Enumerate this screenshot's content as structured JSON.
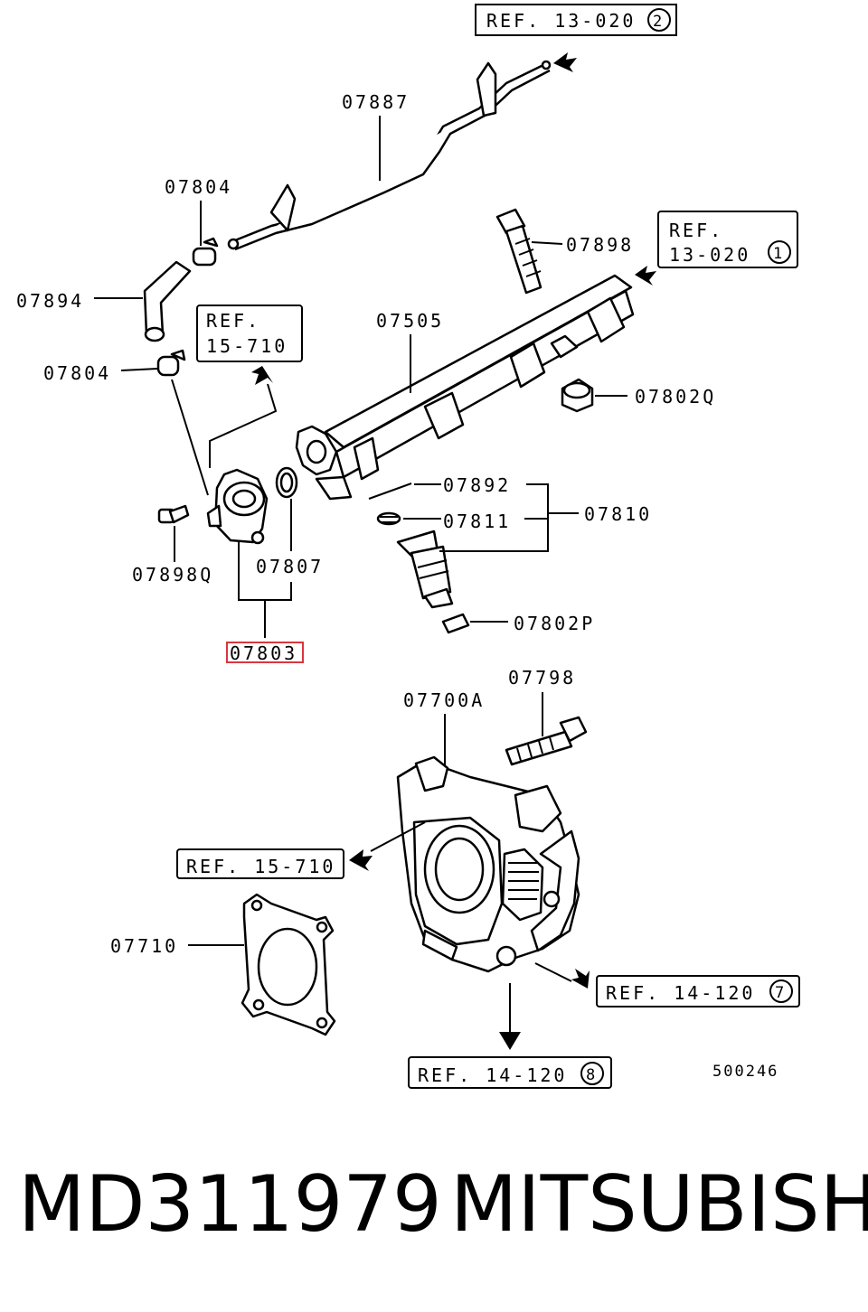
{
  "refs": {
    "ref_fuel_line": {
      "text": "REF. 13-020",
      "num": "2"
    },
    "ref_rail_end": {
      "line1": "REF.",
      "line2": "13-020",
      "num": "1"
    },
    "ref_regulator": {
      "line1": "REF.",
      "line2": "15-710"
    },
    "ref_throttle_left": {
      "text": "REF. 15-710"
    },
    "ref_throttle_right": {
      "text": "REF. 14-120",
      "num": "7"
    },
    "ref_throttle_bottom": {
      "text": "REF. 14-120",
      "num": "8"
    }
  },
  "parts": {
    "p07887": "07887",
    "p07804_top": "07804",
    "p07804_lower": "07804",
    "p07894": "07894",
    "p07898": "07898",
    "p07505": "07505",
    "p07802Q": "07802Q",
    "p07892": "07892",
    "p07811": "07811",
    "p07810": "07810",
    "p07898Q": "07898Q",
    "p07807": "07807",
    "p07803": "07803",
    "p07802P": "07802P",
    "p07798": "07798",
    "p07700A": "07700A",
    "p07710": "07710"
  },
  "diagram_code": "500246",
  "highlight_color": "#d9363e",
  "caption": {
    "part_number": "MD311979",
    "brand": "MITSUBISHI"
  }
}
